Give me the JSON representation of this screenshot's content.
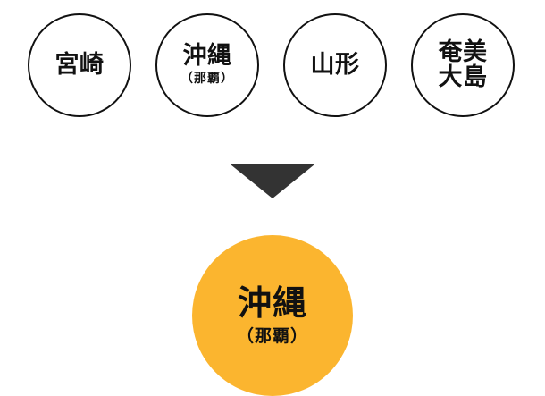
{
  "options": [
    {
      "main": "宮崎",
      "sub": ""
    },
    {
      "main": "沖縄",
      "sub": "（那覇）"
    },
    {
      "main": "山形",
      "sub": ""
    },
    {
      "main": "奄美\n大島",
      "sub": ""
    }
  ],
  "result": {
    "main": "沖縄",
    "sub": "（那覇）"
  },
  "colors": {
    "result_fill": "#fbb52f",
    "arrow": "#333333",
    "outline": "#111111"
  },
  "icons": {
    "arrow": "down-triangle-arrow"
  }
}
